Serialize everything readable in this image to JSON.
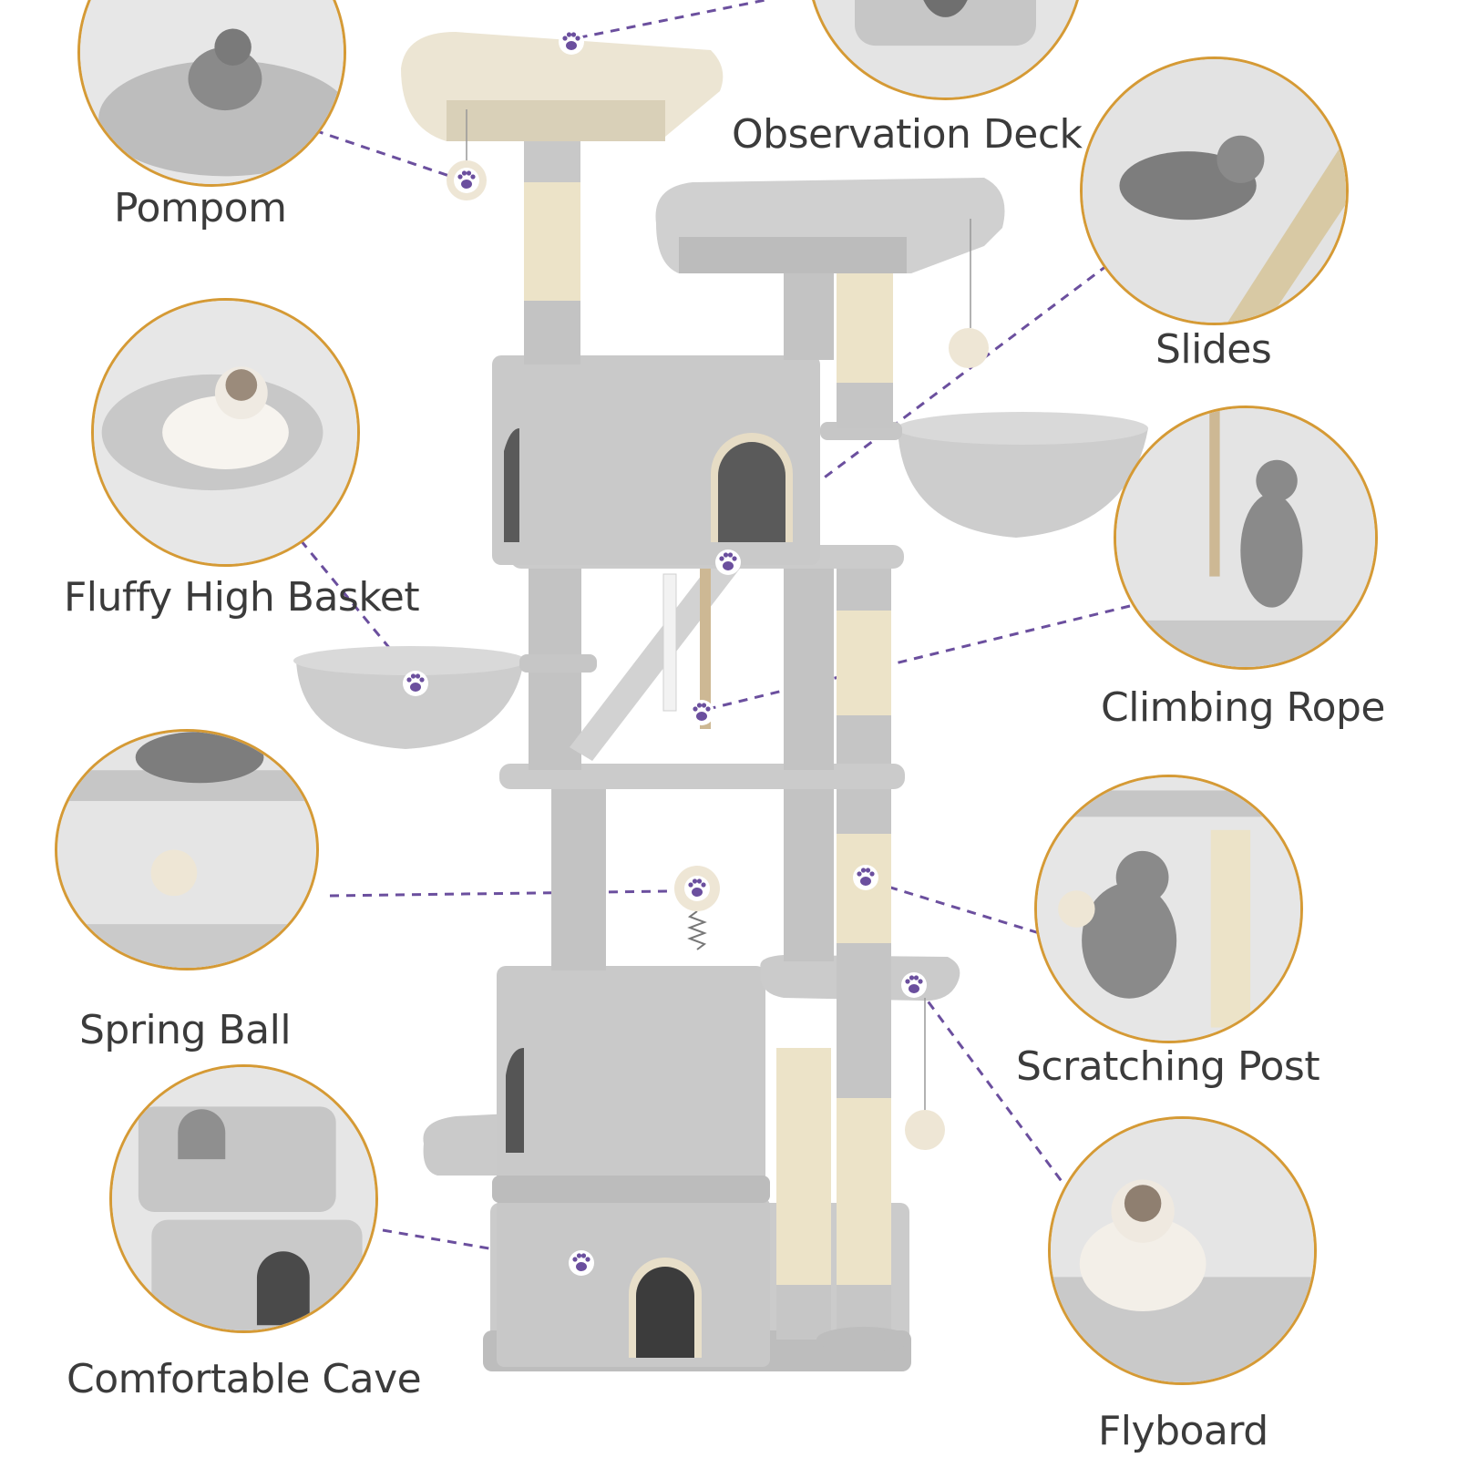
{
  "labels": {
    "pompom": "Pompom",
    "observation_deck": "Observation Deck",
    "slides": "Slides",
    "fluffy_high_basket": "Fluffy High Basket",
    "climbing_rope": "Climbing Rope",
    "spring_ball": "Spring Ball",
    "scratching_post": "Scratching Post",
    "comfortable_cave": "Comfortable Cave",
    "flyboard": "Flyboard"
  },
  "colors": {
    "circle_border": "#d59a35",
    "callout_line": "#6b4f9e",
    "paw_badge": "#6b4f9e",
    "plush_gray": "#c9c9c9",
    "sisal": "#ece3c8",
    "top_perch": "#ece5d3",
    "label_text": "#3b3b3b"
  },
  "icons": [
    "paw-icon",
    "pompom-toy-icon",
    "cat-photo-icon"
  ]
}
